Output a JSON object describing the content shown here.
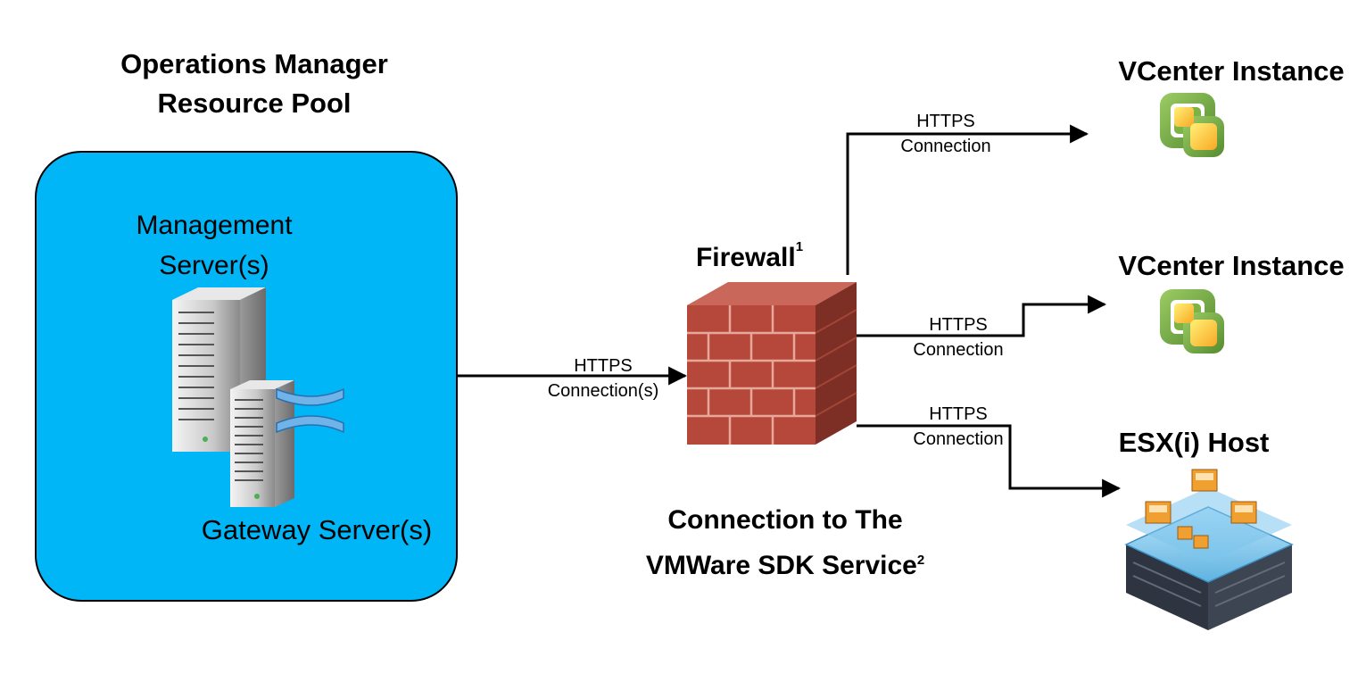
{
  "pool": {
    "title_line1": "Operations Manager",
    "title_line2": "Resource Pool",
    "management_line1": "Management",
    "management_line2": "Server(s)",
    "gateway": "Gateway Server(s)"
  },
  "connections": {
    "pool_to_firewall_line1": "HTTPS",
    "pool_to_firewall_line2": "Connection(s)",
    "to_vcenter1_line1": "HTTPS",
    "to_vcenter1_line2": "Connection",
    "to_vcenter2_line1": "HTTPS",
    "to_vcenter2_line2": "Connection",
    "to_esx_line1": "HTTPS",
    "to_esx_line2": "Connection"
  },
  "firewall": {
    "title": "Firewall",
    "footnote": "1"
  },
  "sdk": {
    "line1": "Connection to The",
    "line2": "VMWare SDK Service",
    "footnote": "2"
  },
  "targets": {
    "vcenter1": "VCenter Instance",
    "vcenter2": "VCenter Instance",
    "esx": "ESX(i) Host"
  },
  "colors": {
    "pool_fill": "#00b6f6",
    "vcenter_green": "#7cb342",
    "vcenter_yellow": "#f5c518",
    "brick": "#b5483b"
  },
  "icons": [
    "server-icon",
    "gateway-server-icon",
    "firewall-icon",
    "vcenter-icon",
    "esx-host-icon"
  ]
}
